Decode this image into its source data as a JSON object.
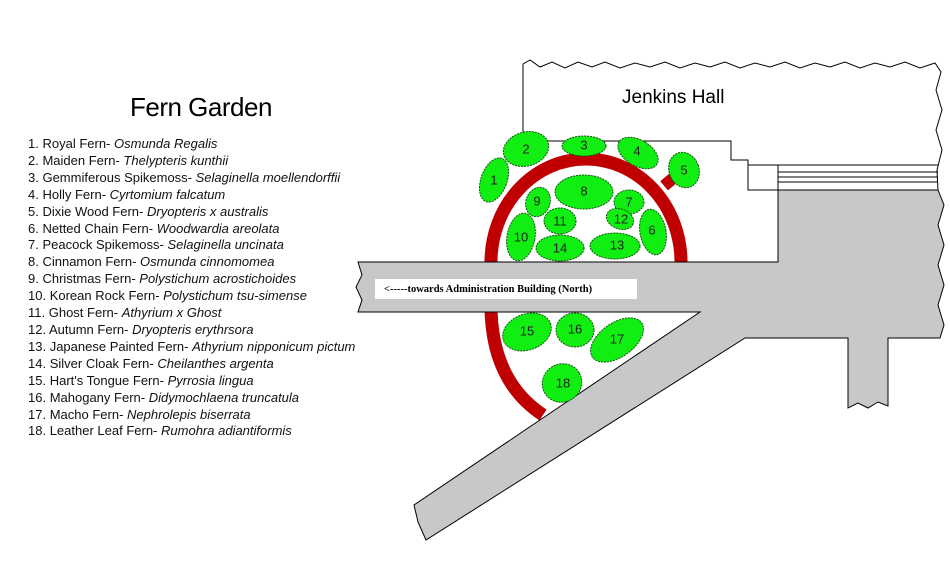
{
  "title": "Fern Garden",
  "building_label": "Jenkins Hall",
  "direction_label": "<-----towards Administration Building (North)",
  "colors": {
    "fern": "#11ee11",
    "ring": "#c00000",
    "walkway": "#c8c8c8"
  },
  "legend": [
    {
      "num": "1.",
      "common": "Royal Fern-",
      "scientific": "Osmunda Regalis"
    },
    {
      "num": "2.",
      "common": "Maiden Fern-",
      "scientific": "Thelypteris kunthii"
    },
    {
      "num": "3.",
      "common": "Gemmiferous Spikemoss-",
      "scientific": "Selaginella moellendorffii"
    },
    {
      "num": "4.",
      "common": "Holly Fern-",
      "scientific": "Cyrtomium falcatum"
    },
    {
      "num": "5.",
      "common": "Dixie Wood Fern-",
      "scientific": "Dryopteris x australis"
    },
    {
      "num": "6.",
      "common": "Netted Chain Fern-",
      "scientific": "Woodwardia areolata"
    },
    {
      "num": "7.",
      "common": "Peacock Spikemoss-",
      "scientific": "Selaginella uncinata"
    },
    {
      "num": "8.",
      "common": "Cinnamon Fern-",
      "scientific": "Osmunda cinnomomea"
    },
    {
      "num": "9.",
      "common": "Christmas Fern-",
      "scientific": "Polystichum acrostichoides"
    },
    {
      "num": "10.",
      "common": "Korean Rock Fern-",
      "scientific": "Polystichum tsu-simense"
    },
    {
      "num": "11.",
      "common": "Ghost Fern-",
      "scientific": "Athyrium x Ghost"
    },
    {
      "num": "12.",
      "common": "Autumn Fern-",
      "scientific": "Dryopteris erythrsora"
    },
    {
      "num": "13.",
      "common": "Japanese Painted Fern-",
      "scientific": "Athyrium nipponicum pictum"
    },
    {
      "num": "14.",
      "common": "Silver Cloak Fern-",
      "scientific": "Cheilanthes argenta"
    },
    {
      "num": "15.",
      "common": "Hart's Tongue Fern-",
      "scientific": "Pyrrosia lingua"
    },
    {
      "num": "16.",
      "common": "Mahogany Fern-",
      "scientific": "Didymochlaena truncatula"
    },
    {
      "num": "17.",
      "common": "Macho Fern-",
      "scientific": "Nephrolepis biserrata"
    },
    {
      "num": "18.",
      "common": "Leather Leaf Fern-",
      "scientific": "Rumohra adiantiformis"
    }
  ],
  "fern_beds": [
    "1",
    "2",
    "3",
    "4",
    "5",
    "6",
    "7",
    "8",
    "9",
    "10",
    "11",
    "12",
    "13",
    "14",
    "15",
    "16",
    "17",
    "18"
  ]
}
